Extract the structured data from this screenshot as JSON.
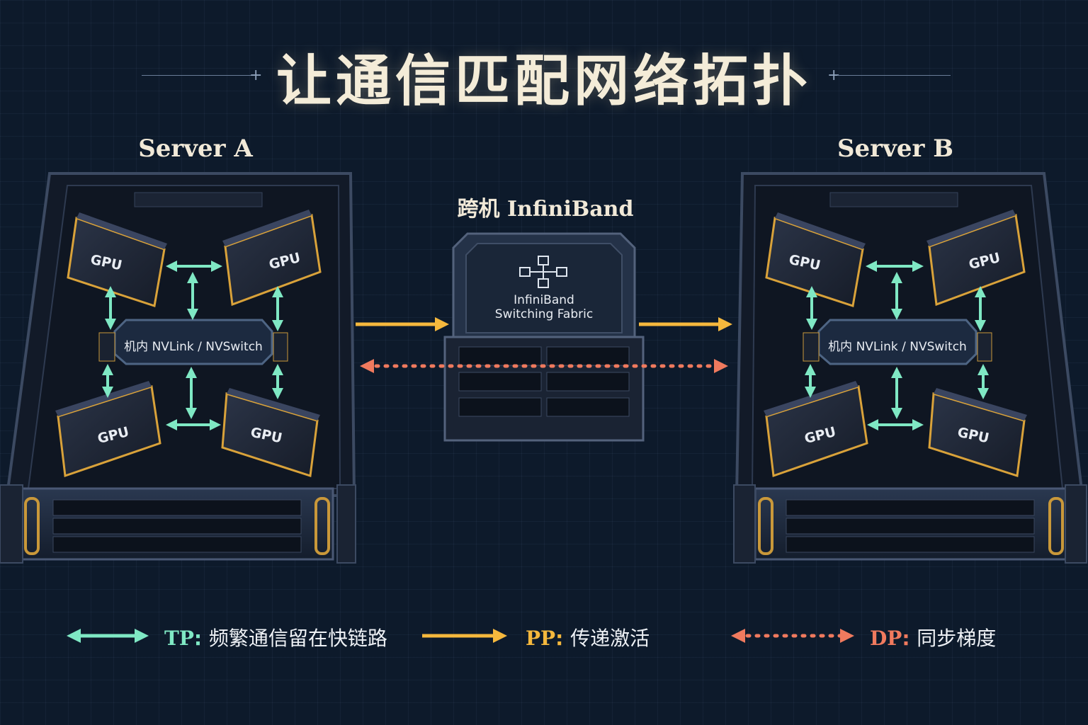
{
  "title": "让通信匹配网络拓扑",
  "servers": [
    {
      "label": "Server A",
      "gpu_label": "GPU",
      "switch_label": "机内 NVLink / NVSwitch"
    },
    {
      "label": "Server B",
      "gpu_label": "GPU",
      "switch_label": "机内 NVLink / NVSwitch"
    }
  ],
  "center": {
    "label": "跨机 InfiniBand",
    "fabric_line1": "InfiniBand",
    "fabric_line2": "Switching Fabric"
  },
  "legend": [
    {
      "abbr": "TP",
      "sep": ":",
      "desc": "频繁通信留在快链路",
      "color": "#7fe8c4",
      "style": "double-arrow"
    },
    {
      "abbr": "PP",
      "sep": ":",
      "desc": "传递激活",
      "color": "#f5b83d",
      "style": "arrow"
    },
    {
      "abbr": "DP",
      "sep": ":",
      "desc": "同步梯度",
      "color": "#f07a5e",
      "style": "dotted-double-arrow"
    }
  ],
  "colors": {
    "background": "#0d1a2b",
    "tp": "#7fe8c4",
    "pp": "#f5b83d",
    "dp": "#f07a5e",
    "gpu_accent": "#d9a23a"
  },
  "icons": [
    "network-topology-icon"
  ]
}
